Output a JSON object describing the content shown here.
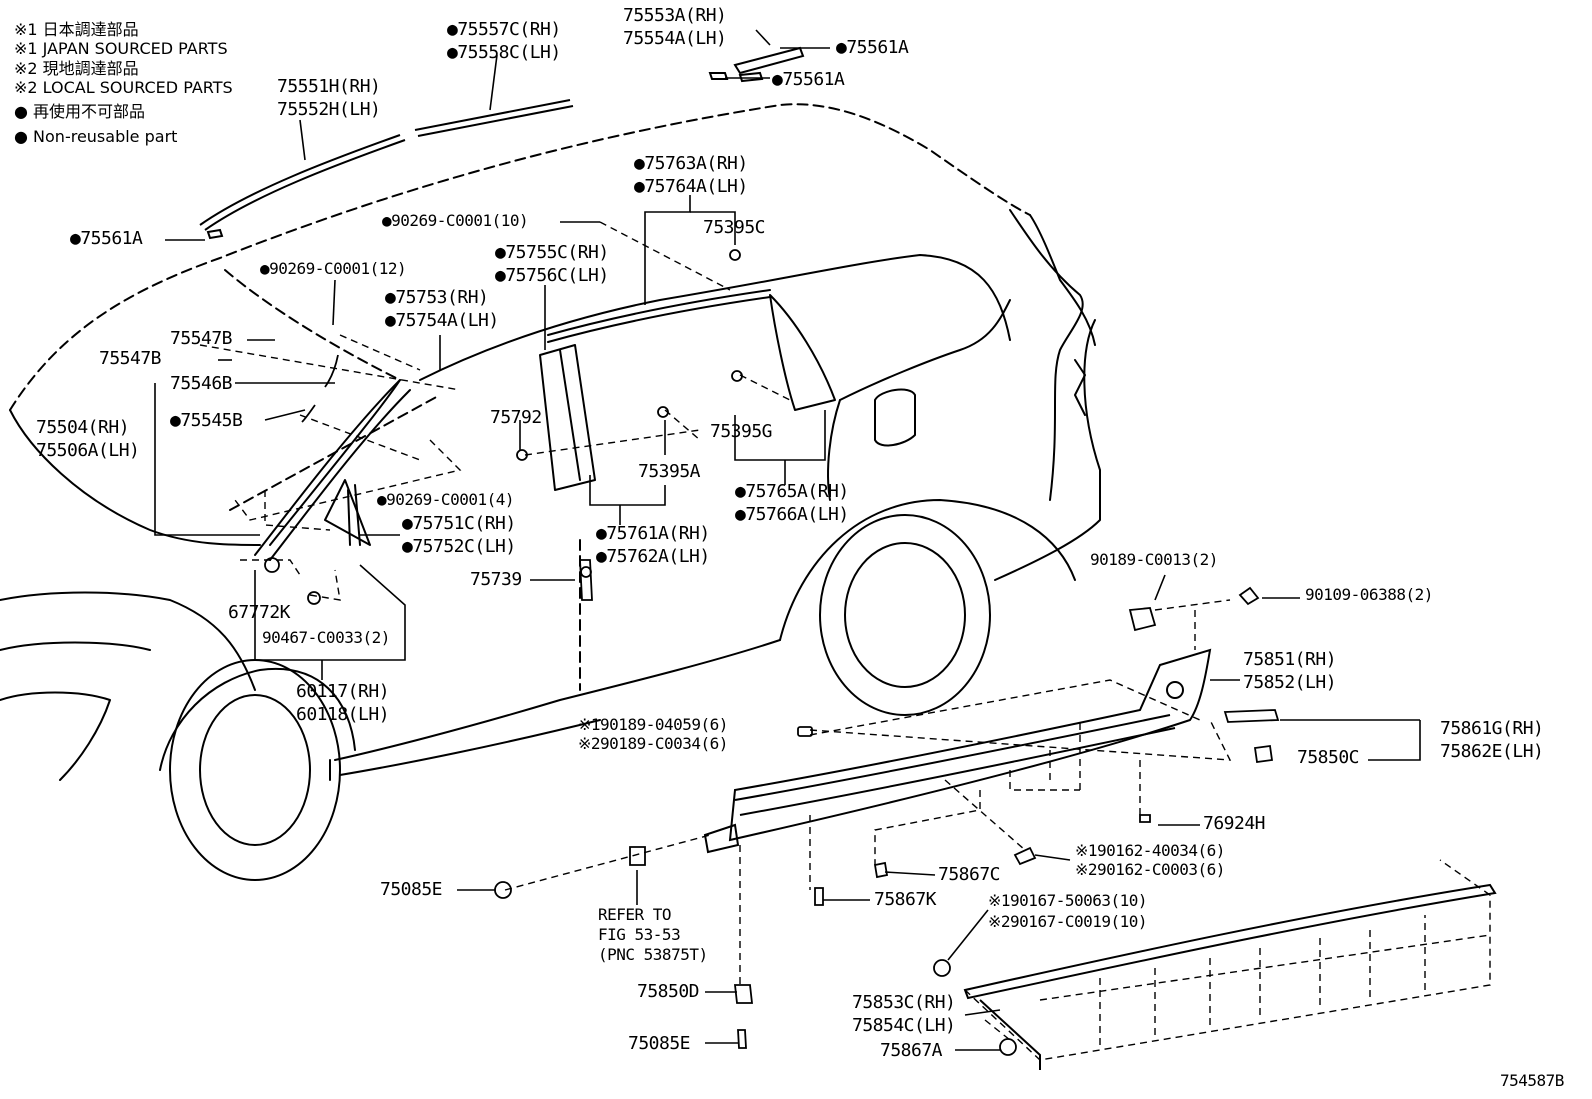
{
  "legend": {
    "line1": "※1 日本調達部品",
    "line2": "※1 JAPAN SOURCED PARTS",
    "line3": "※2 現地調達部品",
    "line4": "※2 LOCAL SOURCED PARTS",
    "line5": "● 再使用不可部品",
    "line6": "● Non-reusable part"
  },
  "figure_id": "754587B",
  "labels": {
    "p75553a": "75553A(RH)",
    "p75554a": "75554A(LH)",
    "p75557c": "●75557C(RH)",
    "p75558c": "●75558C(LH)",
    "p75561a_1": "●75561A",
    "p75561a_2": "●75561A",
    "p75561a_3": "●75561A",
    "p75551h": "75551H(RH)",
    "p75552h": "75552H(LH)",
    "p75763a": "●75763A(RH)",
    "p75764a": "●75764A(LH)",
    "p90269_10": "●90269-C0001(10)",
    "p75395c": "75395C",
    "p90269_12": "●90269-C0001(12)",
    "p75755c": "●75755C(RH)",
    "p75756c": "●75756C(LH)",
    "p75753": "●75753(RH)",
    "p75754a": "●75754A(LH)",
    "p75547b_1": "75547B",
    "p75547b_2": "75547B",
    "p75546b": "75546B",
    "p75545b": "●75545B",
    "p75504": "75504(RH)",
    "p75506a": "75506A(LH)",
    "p75792": "75792",
    "p75395g": "75395G",
    "p75395a": "75395A",
    "p90269_4": "●90269-C0001(4)",
    "p75765a": "●75765A(RH)",
    "p75766a": "●75766A(LH)",
    "p75751c": "●75751C(RH)",
    "p75752c": "●75752C(LH)",
    "p75761a": "●75761A(RH)",
    "p75762a": "●75762A(LH)",
    "p75739": "75739",
    "p67772k": "67772K",
    "p90467": "90467-C0033(2)",
    "p60117": "60117(RH)",
    "p60118": "60118(LH)",
    "p90189_c0013": "90189-C0013(2)",
    "p90109": "90109-06388(2)",
    "p75851": "75851(RH)",
    "p75852": "75852(LH)",
    "p90189_04059": "※190189-04059(6)",
    "p90189_c0034": "※290189-C0034(6)",
    "p75861g": "75861G(RH)",
    "p75862e": "75862E(LH)",
    "p75850c": "75850C",
    "p76924h": "76924H",
    "p90162_40034": "※190162-40034(6)",
    "p90162_c0003": "※290162-C0003(6)",
    "p75867c": "75867C",
    "p75085e_1": "75085E",
    "p75867k": "75867K",
    "p90167_50063": "※190167-50063(10)",
    "p90167_c0019": "※290167-C0019(10)",
    "refer1": "REFER TO",
    "refer2": "FIG 53-53",
    "refer3": "(PNC 53875T)",
    "p75850d": "75850D",
    "p75853c": "75853C(RH)",
    "p75854c": "75854C(LH)",
    "p75085e_2": "75085E",
    "p75867a": "75867A"
  }
}
